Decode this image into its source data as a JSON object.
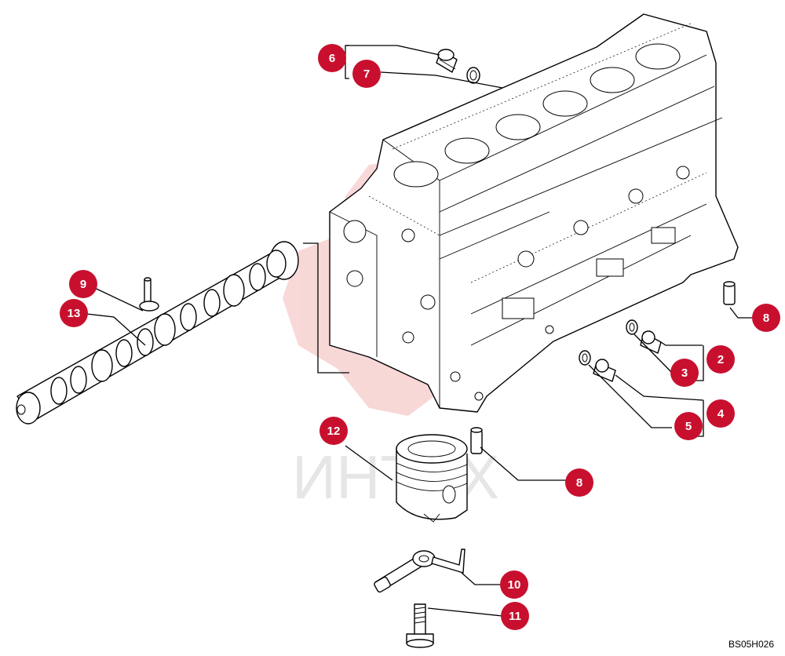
{
  "figure_code": "BS05H026",
  "watermark_text": "ИНТЕХ",
  "colors": {
    "callout": "#c8102e",
    "watermark": "#e8a0a0"
  },
  "callouts": [
    "2",
    "3",
    "4",
    "5",
    "6",
    "7",
    "8",
    "8",
    "9",
    "10",
    "11",
    "12",
    "13"
  ],
  "parts": [
    "engine-block",
    "camshaft",
    "piston",
    "plug-2",
    "seal-3",
    "plug-4",
    "seal-5",
    "plug-6",
    "seal-7",
    "dowel-8",
    "pin-9",
    "oil-nozzle-10",
    "bolt-11"
  ]
}
